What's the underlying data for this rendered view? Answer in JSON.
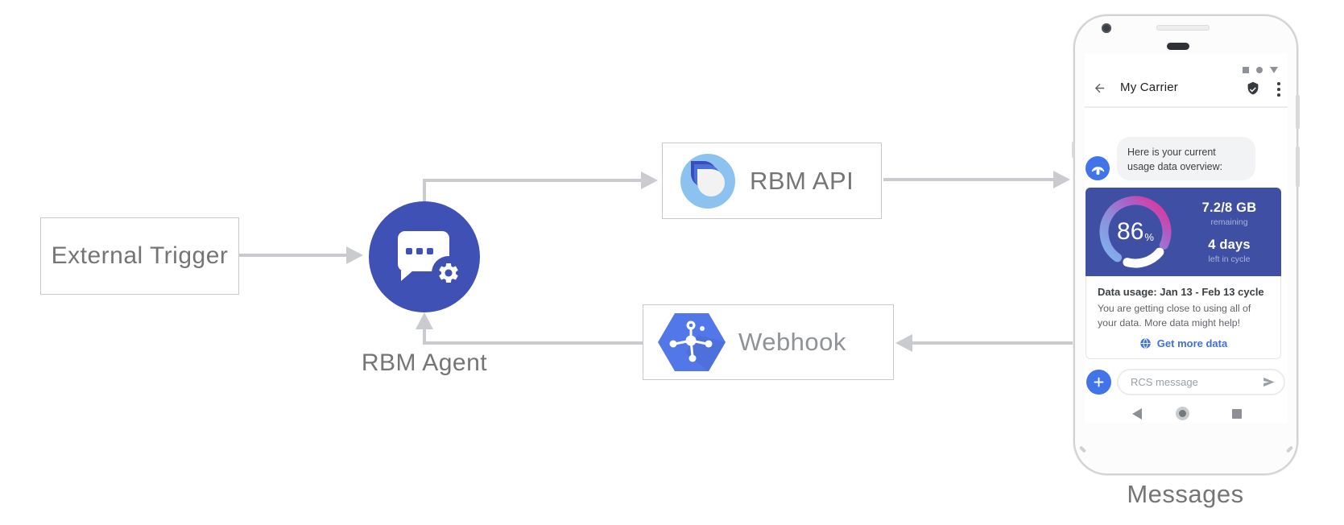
{
  "diagram": {
    "external_trigger": "External Trigger",
    "rbm_agent": "RBM Agent",
    "rbm_api": "RBM API",
    "webhook": "Webhook",
    "device_caption": "Messages"
  },
  "phone": {
    "header_title": "My Carrier",
    "bot_message": "Here is your current usage data overview:",
    "usage_card": {
      "gauge_percent": "86",
      "gauge_percent_symbol": "%",
      "stat_primary_value": "7.2/8 GB",
      "stat_primary_caption": "remaining",
      "stat_secondary_value": "4 days",
      "stat_secondary_caption": "left in cycle",
      "title": "Data usage: Jan 13 - Feb 13 cycle",
      "body": "You are getting close to using all of your data. More data might help!",
      "action": "Get more data"
    },
    "composer_placeholder": "RCS message"
  },
  "colors": {
    "agent_circle": "#3F51B5",
    "card_blue": "#3F4FA4",
    "accent_blue": "#4174E8",
    "link_blue": "#3F6FE0",
    "arrow_gray": "#C9CBCE",
    "gauge_gradient": [
      "#7DB4EF",
      "#8F8CD9",
      "#AC5EC6",
      "#EE2B8E"
    ]
  }
}
